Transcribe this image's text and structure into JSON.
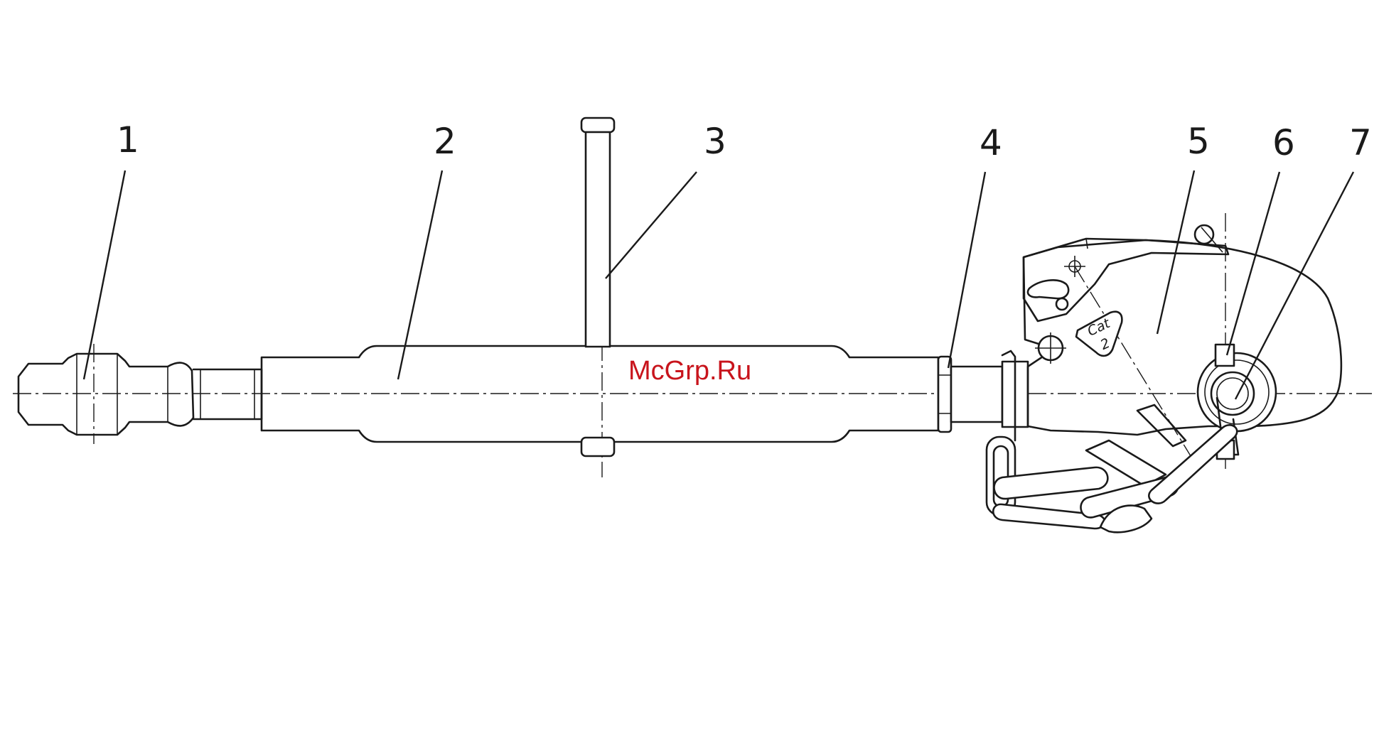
{
  "watermark": "McGrp.Ru",
  "labels": [
    "1",
    "2",
    "3",
    "4",
    "5",
    "6",
    "7"
  ],
  "cat_plate": {
    "line1": "Cat",
    "line2": "2"
  }
}
